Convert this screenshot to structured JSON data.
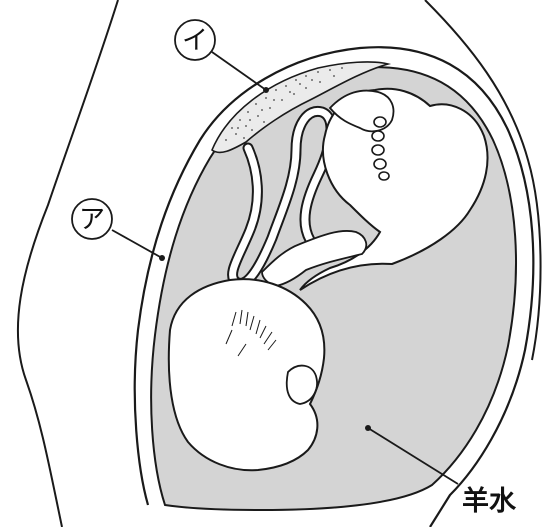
{
  "labels": {
    "a": "ア",
    "i": "イ",
    "amniotic": "羊水"
  },
  "colors": {
    "line": "#1a1a1a",
    "fluid": "#d4d4d4",
    "placenta": "#e9e9e9",
    "skin": "#ffffff"
  }
}
